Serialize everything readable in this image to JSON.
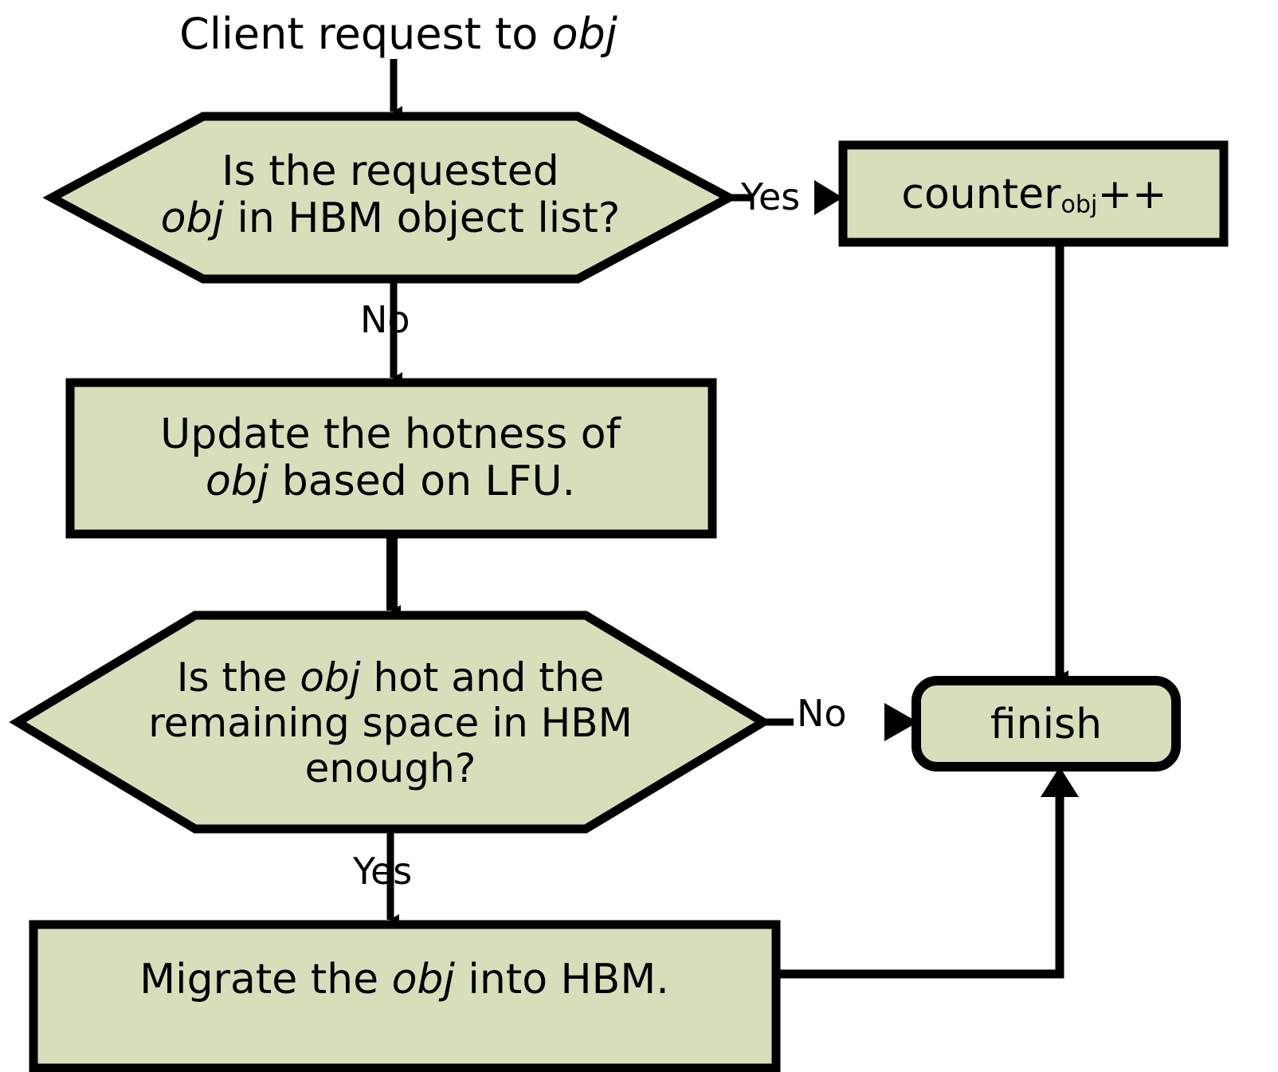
{
  "diagram": {
    "title": "Client request to obj",
    "colors": {
      "node_fill": "#D6DFBA",
      "node_stroke": "#000000",
      "text": "#000000",
      "background": "#FFFFFF"
    },
    "start_label": {
      "text_prefix": "Client request to ",
      "text_italic": "obj"
    },
    "nodes": {
      "decision_1": {
        "shape": "hexagon",
        "line1_prefix": "Is the requested",
        "line2_italic": "obj",
        "line2_suffix": " in HBM object list?"
      },
      "counter_increment": {
        "shape": "rectangle",
        "base": "counter",
        "subscript": "obj",
        "suffix": "++"
      },
      "update_hotness": {
        "shape": "rectangle",
        "line1": "Update the hotness of",
        "line2_italic": "obj",
        "line2_suffix": " based on LFU."
      },
      "decision_2": {
        "shape": "hexagon",
        "line1_prefix": "Is the ",
        "line1_italic": "obj",
        "line1_suffix": " hot and the",
        "line2": "remaining space in HBM",
        "line3": "enough?"
      },
      "finish": {
        "shape": "rounded-rectangle",
        "label": "finish"
      },
      "migrate": {
        "shape": "rectangle",
        "prefix": "Migrate the ",
        "italic": "obj",
        "suffix": " into HBM."
      }
    },
    "edge_labels": {
      "decision1_yes": "Yes",
      "decision1_no": "No",
      "decision2_no": "No",
      "decision2_yes": "Yes"
    }
  }
}
